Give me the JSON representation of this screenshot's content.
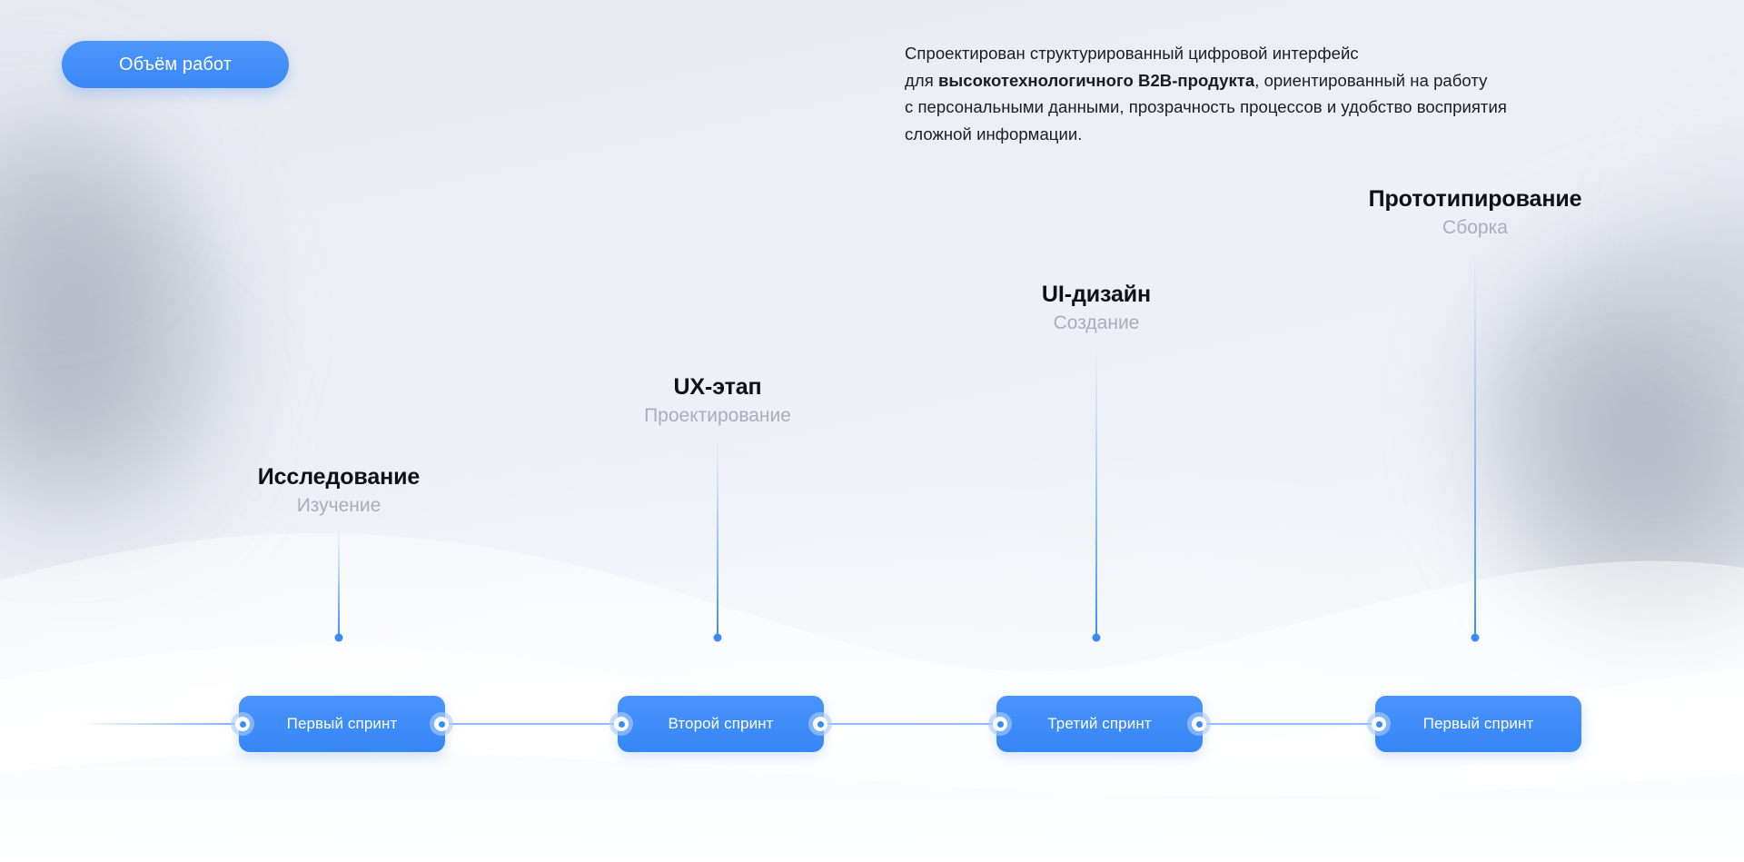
{
  "pill": {
    "label": "Объём работ"
  },
  "intro": {
    "line1": "Спроектирован структурированный цифровой интерфейс",
    "line2_prefix": "для ",
    "line2_bold": "высокотехнологичного B2B-продукта",
    "line2_suffix": ", ориентированный на работу",
    "line3": "с персональными данными, прозрачность процессов и удобство восприятия",
    "line4": "сложной информации."
  },
  "milestones": [
    {
      "title": "Исследование",
      "subtitle": "Изучение"
    },
    {
      "title": "UX-этап",
      "subtitle": "Проектирование"
    },
    {
      "title": "UI-дизайн",
      "subtitle": "Создание"
    },
    {
      "title": "Прототипирование",
      "subtitle": "Сборка"
    }
  ],
  "sprints": [
    {
      "label": "Первый спринт"
    },
    {
      "label": "Второй спринт"
    },
    {
      "label": "Третий спринт"
    },
    {
      "label": "Первый спринт"
    }
  ],
  "colors": {
    "accent": "#3b8bf7",
    "accent_dark": "#3586f6",
    "title": "#0f1115",
    "subtitle": "#a9aeb8",
    "body": "#1b1d21",
    "connector_line": "#8fbdfa",
    "background": "#eef1f6"
  }
}
